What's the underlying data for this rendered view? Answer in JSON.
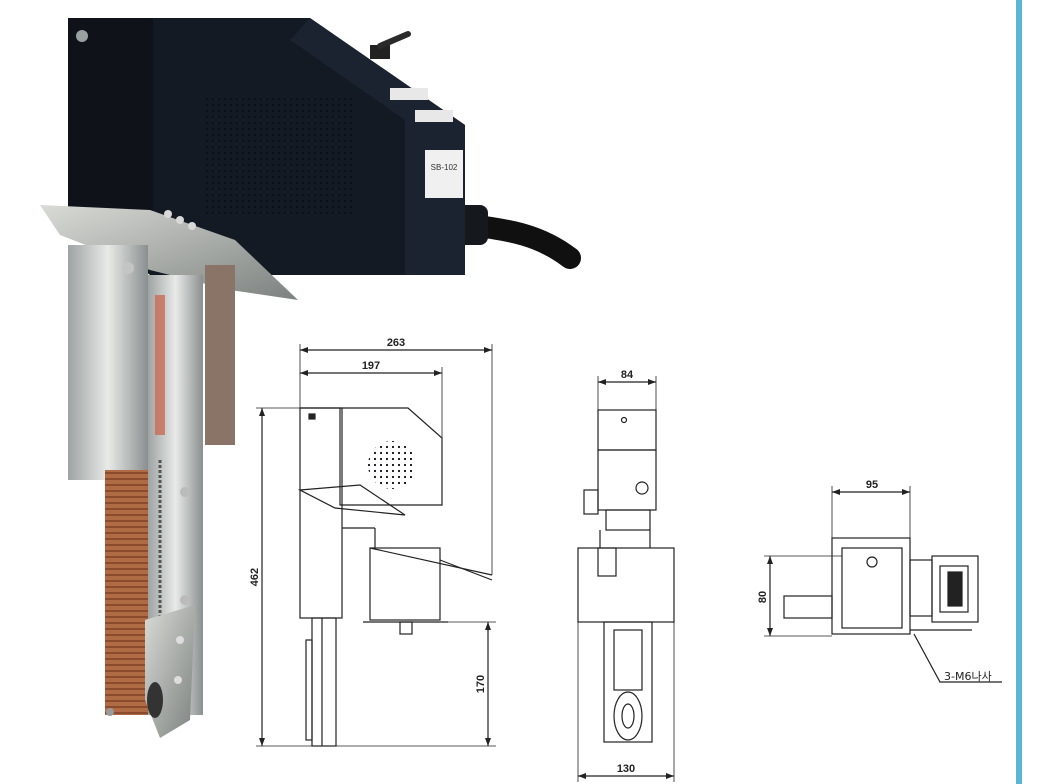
{
  "colors": {
    "accent_border": "#5ab4d6",
    "device_body": "#141a24",
    "belt": "#b06a44",
    "drawing_line": "#222222"
  },
  "product_photo": {
    "label_panel_text": "SB-102"
  },
  "drawing": {
    "front": {
      "overall_width": "263",
      "upper_width": "197",
      "height": "462",
      "lower_height": "170"
    },
    "side": {
      "top_width": "84",
      "bottom_width": "130"
    },
    "top": {
      "width": "95",
      "depth": "80",
      "screw_note": "3-M6나사"
    }
  }
}
